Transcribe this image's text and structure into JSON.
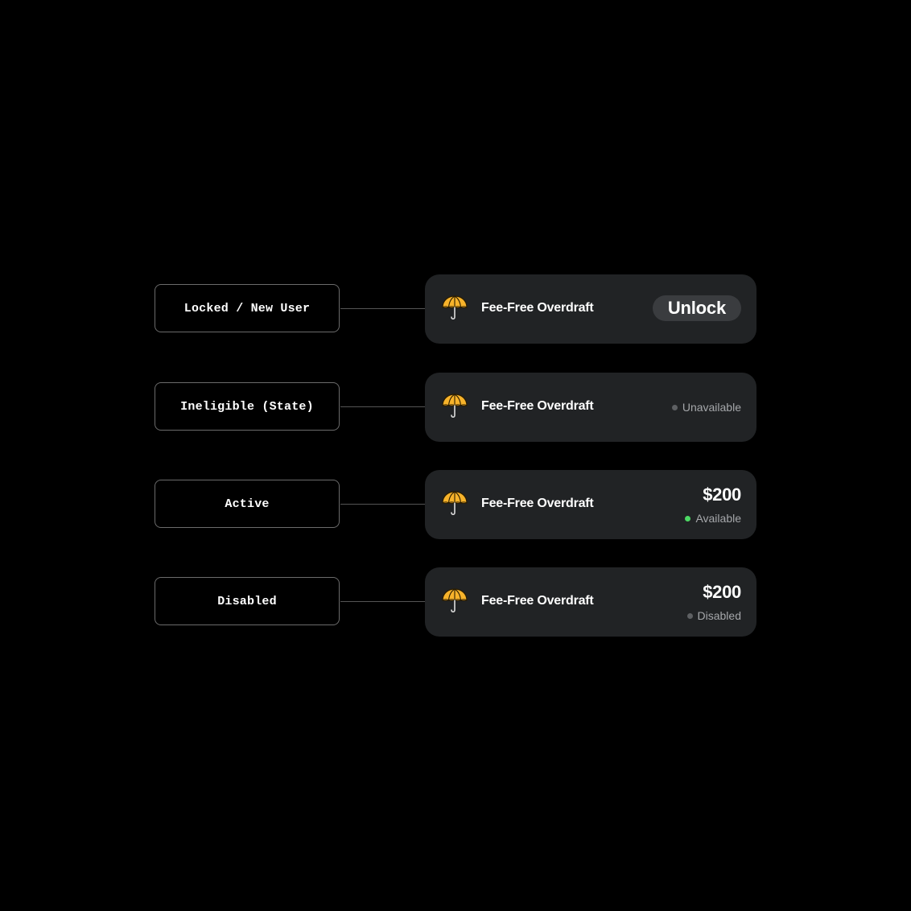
{
  "colors": {
    "background": "#000000",
    "card_background": "#212325",
    "umbrella_canopy": "#F7B32B",
    "available_dot": "#4CD964",
    "muted_dot": "#5E6063",
    "muted_text": "#A5A7AA"
  },
  "rows": [
    {
      "state_label": "Locked / New User",
      "card": {
        "icon": "umbrella-icon",
        "title": "Fee-Free Overdraft",
        "action_label": "Unlock"
      }
    },
    {
      "state_label": "Ineligible (State)",
      "card": {
        "icon": "umbrella-icon",
        "title": "Fee-Free Overdraft",
        "status_text": "Unavailable"
      }
    },
    {
      "state_label": "Active",
      "card": {
        "icon": "umbrella-icon",
        "title": "Fee-Free Overdraft",
        "amount": "$200",
        "status_text": "Available"
      }
    },
    {
      "state_label": "Disabled",
      "card": {
        "icon": "umbrella-icon",
        "title": "Fee-Free Overdraft",
        "amount": "$200",
        "status_text": "Disabled"
      }
    }
  ]
}
